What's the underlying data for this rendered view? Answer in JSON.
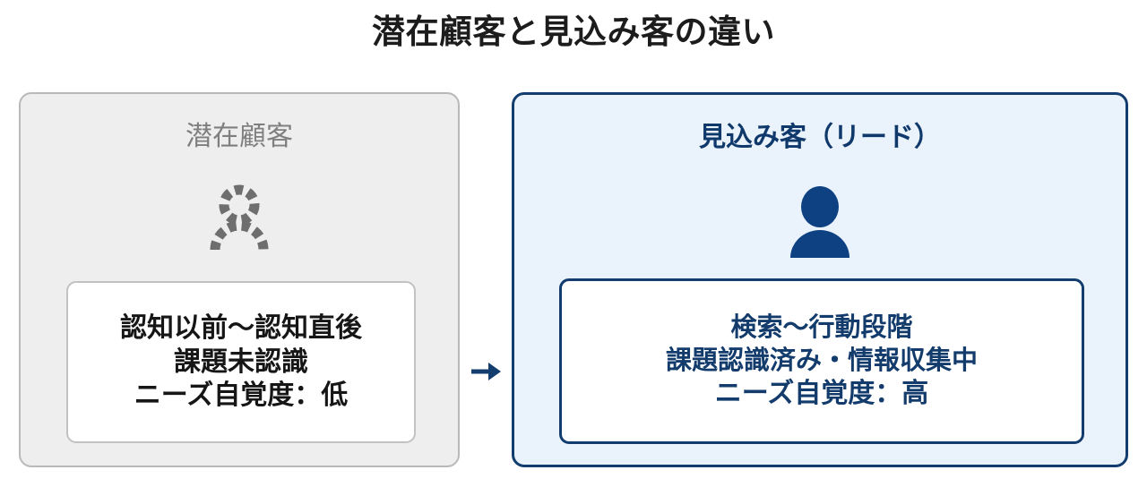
{
  "title": "潜在顧客と見込み客の違い",
  "arrow": {
    "icon": "right-arrow-icon",
    "color": "#123d6e"
  },
  "cards": [
    {
      "id": "potential-customer",
      "heading": "潜在顧客",
      "icon": "dashed-person-icon",
      "accent_color": "#7f7f7f",
      "background": "#eeeeee",
      "border_color": "#b9b9b9",
      "details": [
        {
          "text": "認知以前〜認知直後",
          "emphasis": false
        },
        {
          "text": "課題未認識",
          "emphasis": false
        },
        {
          "text": "ニーズ自覚度：低",
          "emphasis": true
        }
      ]
    },
    {
      "id": "lead",
      "heading": "見込み客（リード）",
      "icon": "person-icon",
      "accent_color": "#10396b",
      "background": "#eaf2fc",
      "border_color": "#123d6e",
      "details": [
        {
          "text": "検索〜行動段階",
          "emphasis": false
        },
        {
          "text": "課題認識済み・情報収集中",
          "emphasis": false
        },
        {
          "text": "ニーズ自覚度：高",
          "emphasis": true
        }
      ]
    }
  ]
}
